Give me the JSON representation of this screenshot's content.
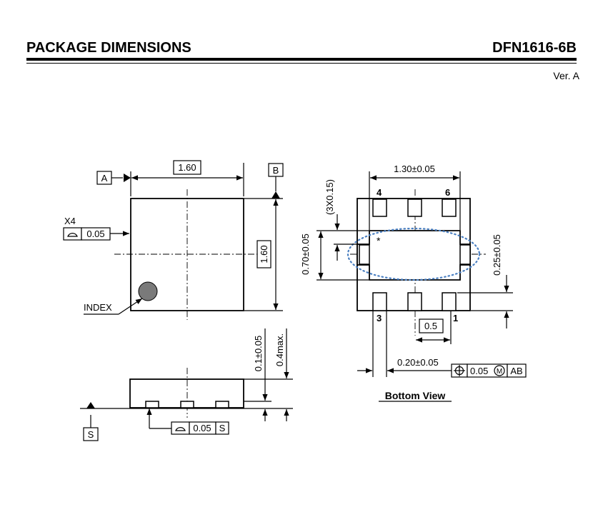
{
  "header": {
    "title": "PACKAGE DIMENSIONS",
    "package": "DFN1616-6B",
    "version": "Ver. A"
  },
  "top_view": {
    "datum_a": "A",
    "datum_b": "B",
    "width": "1.60",
    "height": "1.60",
    "multiplier": "X4",
    "tolerance": "0.05",
    "index_label": "INDEX"
  },
  "side_view": {
    "pad_height": "0.1±0.05",
    "max_height": "0.4max.",
    "tolerance": "0.05",
    "datum_s": "S"
  },
  "bottom_view": {
    "pad_span": "1.30±0.05",
    "pin_4": "4",
    "pin_6": "6",
    "pin_3": "3",
    "pin_1": "1",
    "pad_pitch_note": "(3X0.15)",
    "body_dim": "0.70±0.05",
    "pad_length": "0.25±0.05",
    "pitch": "0.5",
    "pad_width": "0.20±0.05",
    "position_tol": "0.05",
    "mmc": "M",
    "datum_ref": "AB",
    "star": "*",
    "caption": "Bottom View",
    "highlight_color": "#4a7fc1"
  }
}
